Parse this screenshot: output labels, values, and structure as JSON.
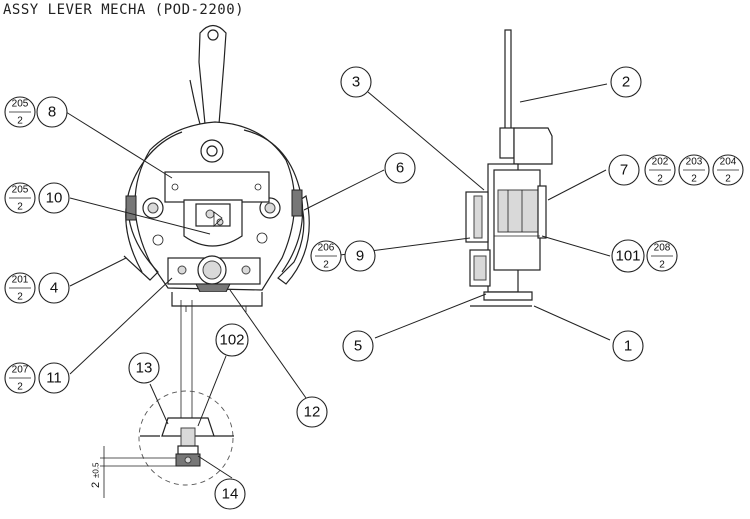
{
  "title": "ASSY LEVER MECHA (POD-2200)",
  "callouts": {
    "c1": "1",
    "c2": "2",
    "c3": "3",
    "c4": "4",
    "c5": "5",
    "c6": "6",
    "c7": "7",
    "c8": "8",
    "c9": "9",
    "c10": "10",
    "c11": "11",
    "c12": "12",
    "c13": "13",
    "c14": "14",
    "c101": "101",
    "c102": "102"
  },
  "fractions": {
    "f201": {
      "num": "201",
      "den": "2"
    },
    "f202": {
      "num": "202",
      "den": "2"
    },
    "f203": {
      "num": "203",
      "den": "2"
    },
    "f204": {
      "num": "204",
      "den": "2"
    },
    "f205a": {
      "num": "205",
      "den": "2"
    },
    "f205b": {
      "num": "205",
      "den": "2"
    },
    "f206": {
      "num": "206",
      "den": "2"
    },
    "f207": {
      "num": "207",
      "den": "2"
    },
    "f208": {
      "num": "208",
      "den": "2"
    }
  },
  "dimension": {
    "value": "2",
    "tolerance": "±0.5"
  }
}
